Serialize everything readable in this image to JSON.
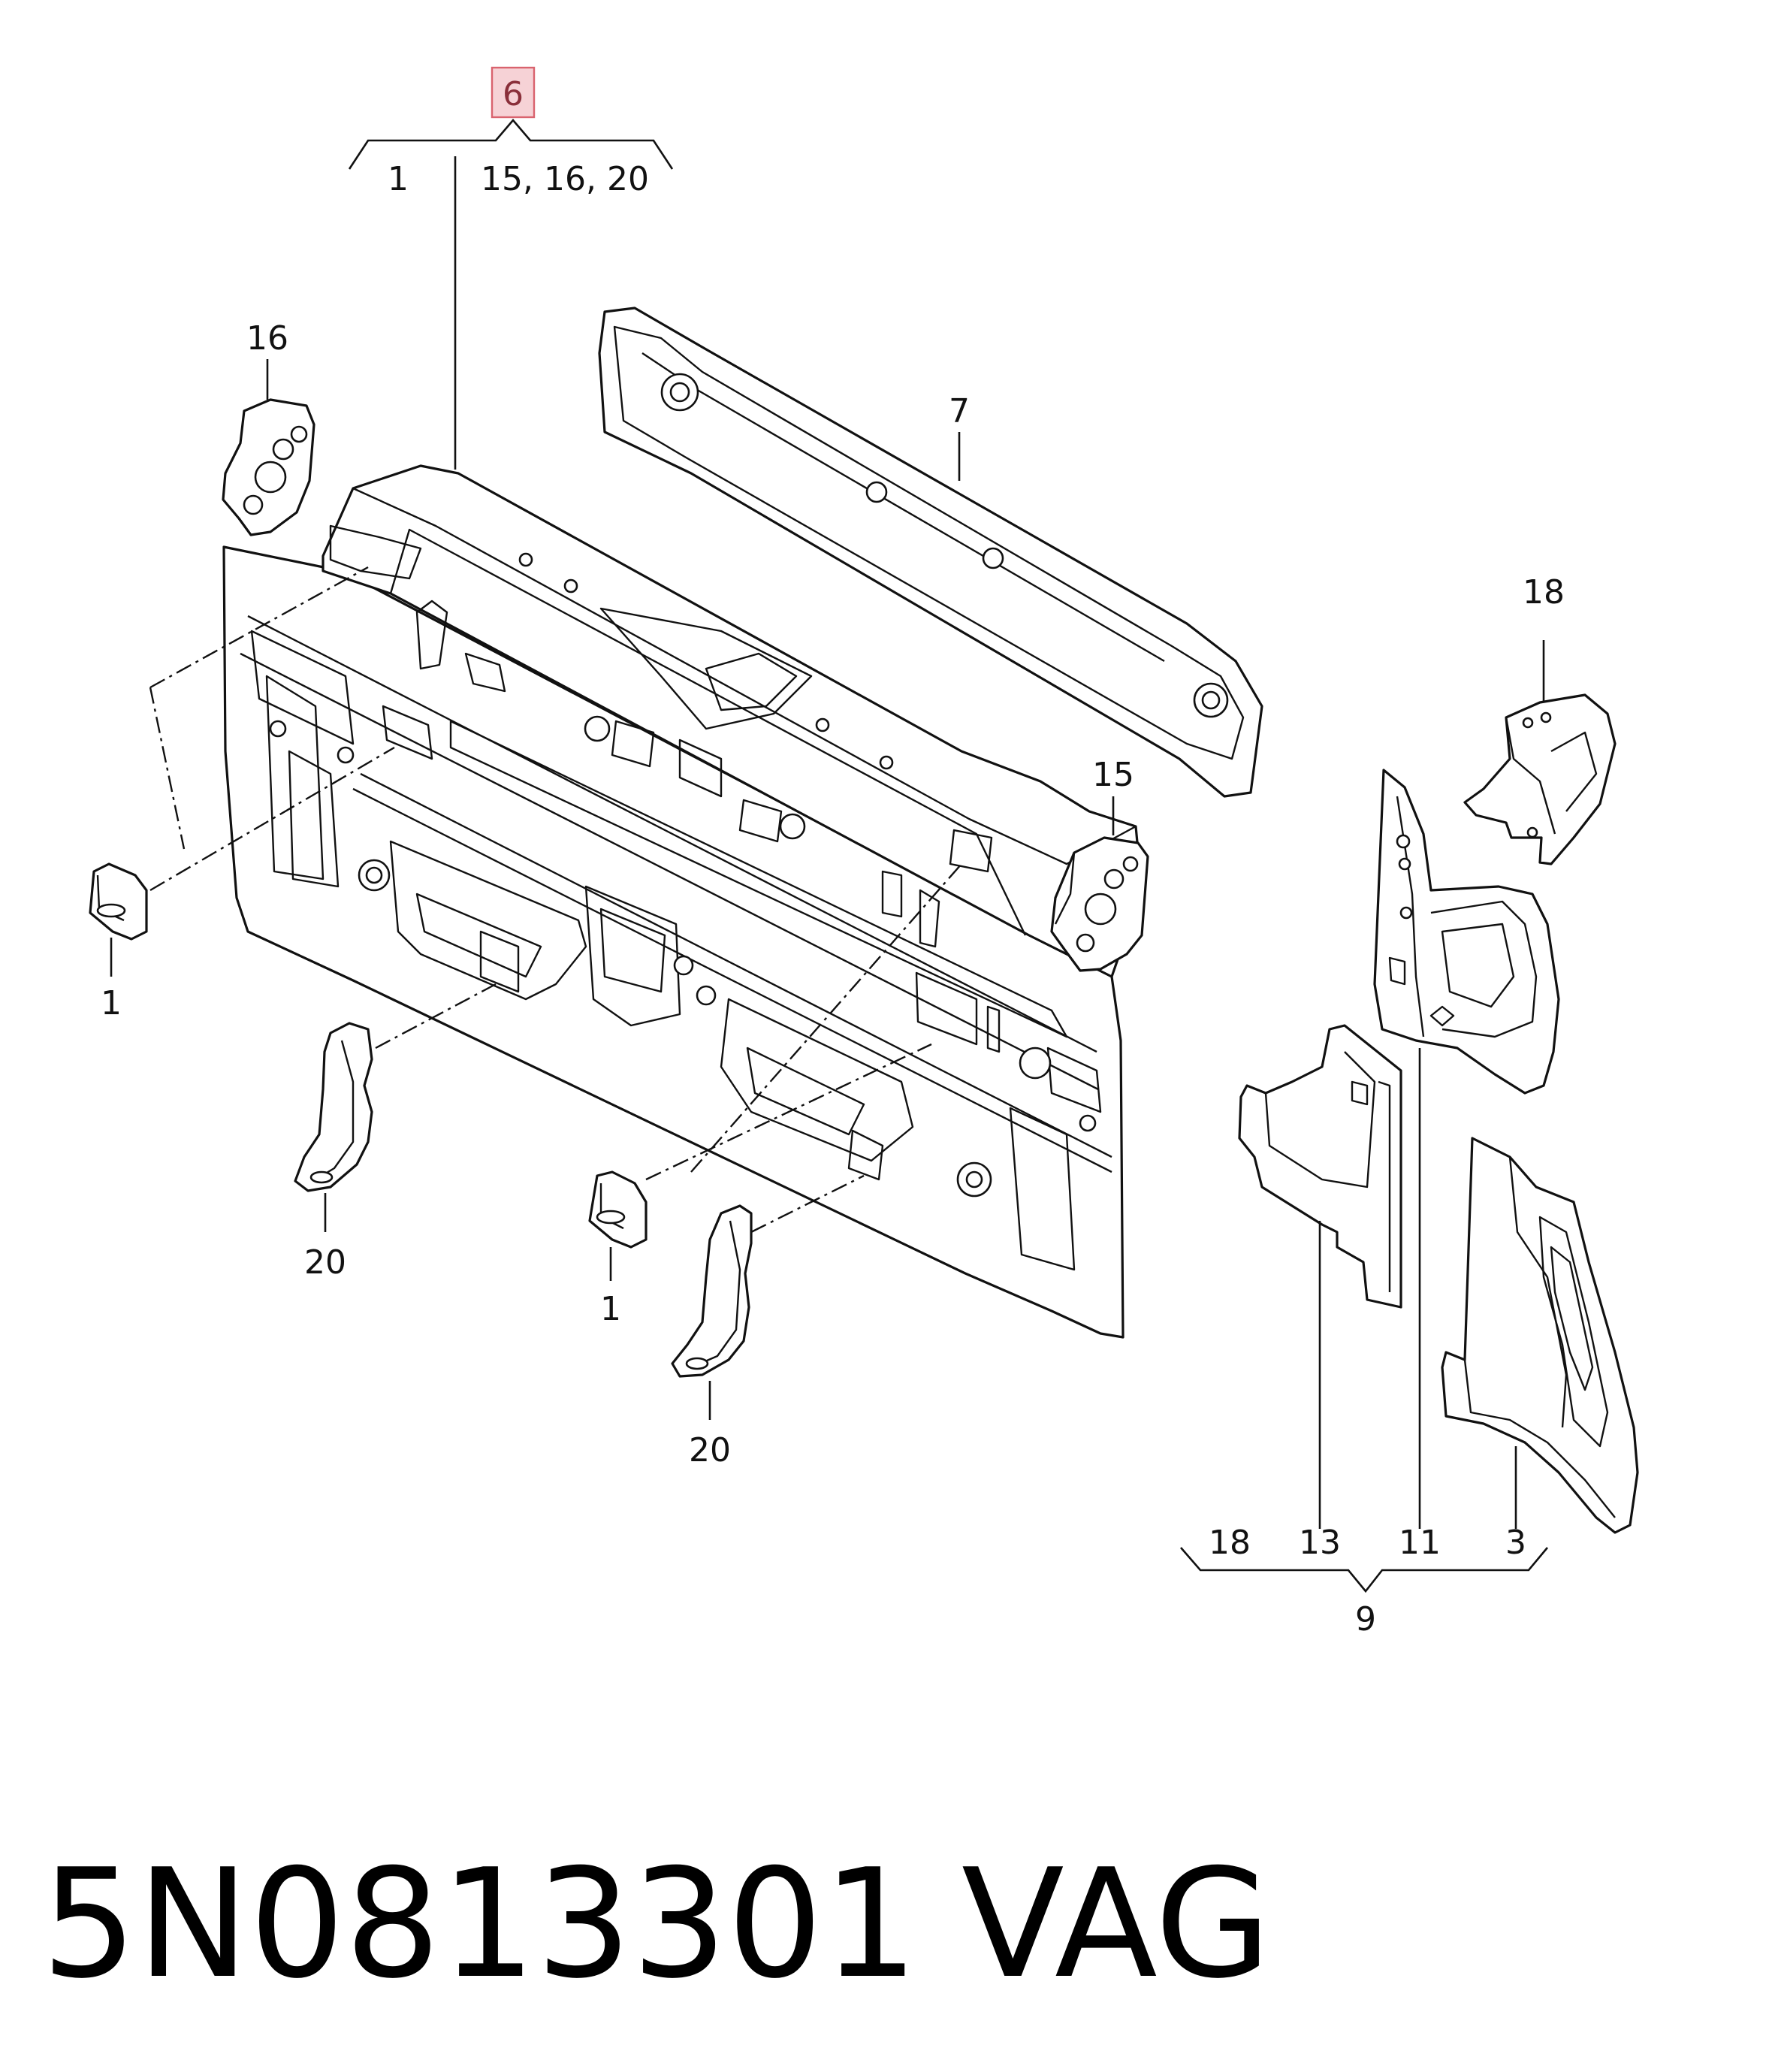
{
  "diagram": {
    "highlighted_callout": "6",
    "highlight_color": "#f6d2d6",
    "highlight_border": "#d9636e",
    "group_top": {
      "parent": "6",
      "left": "1",
      "right": "15, 16, 20"
    },
    "group_bottom": {
      "parent": "9",
      "items": [
        "18",
        "13",
        "11",
        "3"
      ]
    },
    "callouts": {
      "c16": "16",
      "c7": "7",
      "c18": "18",
      "c15": "15",
      "c1a": "1",
      "c1b": "1",
      "c20a": "20",
      "c20b": "20"
    }
  },
  "caption": {
    "part_number": "5N0813301",
    "brand": "VAG"
  }
}
